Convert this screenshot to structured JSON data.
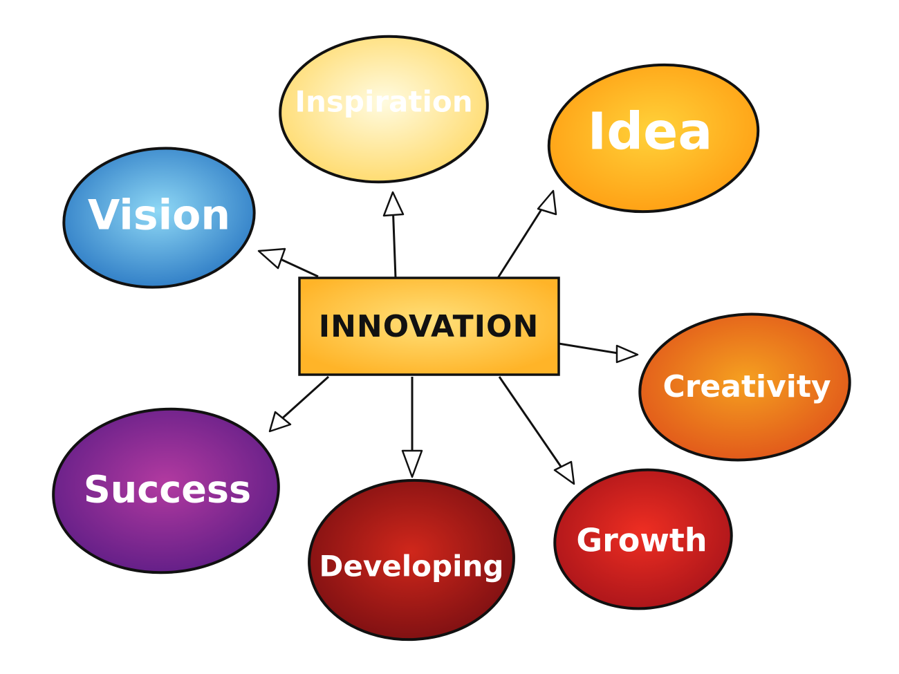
{
  "center": {
    "label": "INNOVATION",
    "color": "#ffb428"
  },
  "nodes": [
    {
      "id": "inspiration",
      "label": "Inspiration",
      "color_inner": "#fffbe0",
      "color_outer": "#ffd968",
      "text_color": "#111111"
    },
    {
      "id": "idea",
      "label": "Idea",
      "color_inner": "#ffd23a",
      "color_outer": "#ff9d12",
      "text_color": "#111111"
    },
    {
      "id": "vision",
      "label": "Vision",
      "color_inner": "#8fd8f5",
      "color_outer": "#2a78c3",
      "text_color": "#ffffff"
    },
    {
      "id": "creativity",
      "label": "Creativity",
      "color_inner": "#f5a020",
      "color_outer": "#e0541a",
      "text_color": "#ffffff"
    },
    {
      "id": "success",
      "label": "Success",
      "color_inner": "#b23aa0",
      "color_outer": "#5e1d86",
      "text_color": "#ffffff"
    },
    {
      "id": "developing",
      "label": "Developing",
      "color_inner": "#d0271b",
      "color_outer": "#7a0f12",
      "text_color": "#ffffff"
    },
    {
      "id": "growth",
      "label": "Growth",
      "color_inner": "#ee2e22",
      "color_outer": "#a8141a",
      "text_color": "#ffffff"
    }
  ]
}
